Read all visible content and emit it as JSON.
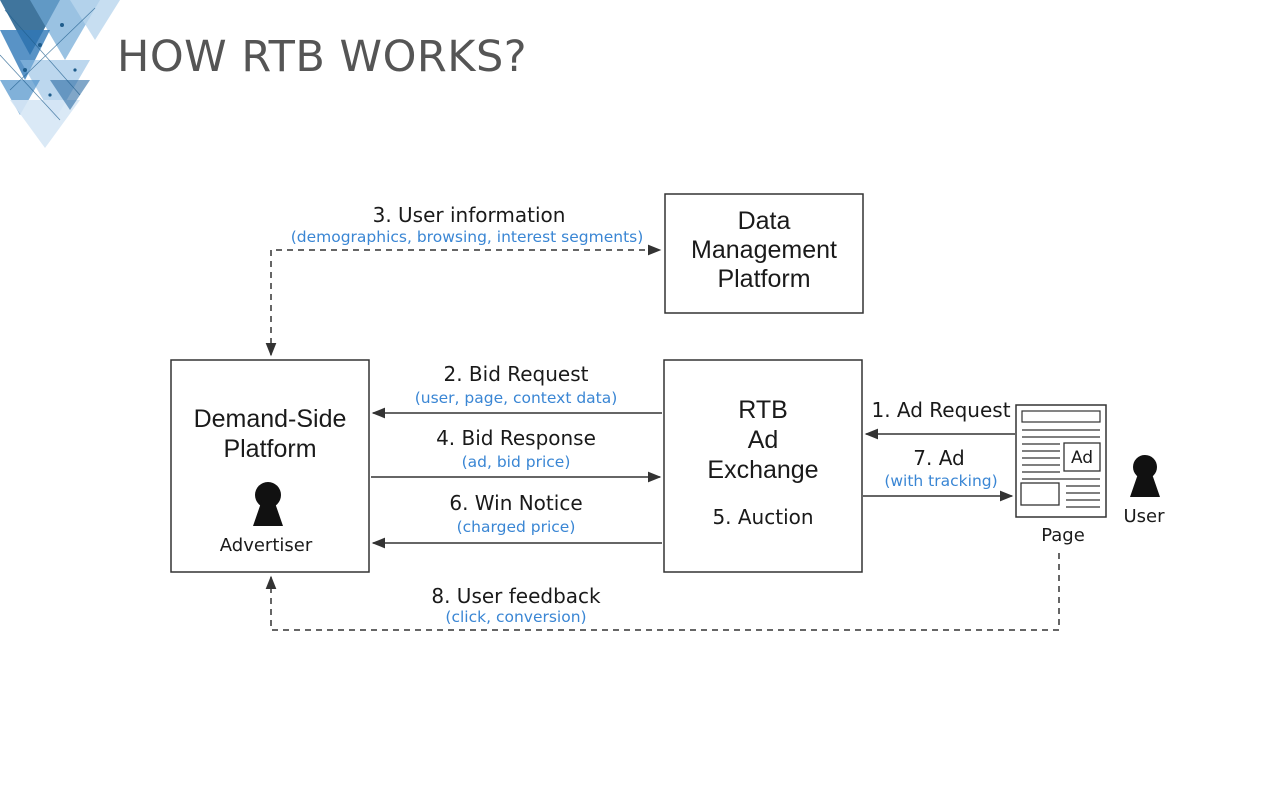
{
  "slide": {
    "title": "HOW RTB WORKS?"
  },
  "colors": {
    "accent_blue": "#3a86d4",
    "line": "#333333",
    "title_gray": "#555555"
  },
  "nodes": {
    "dmp": {
      "line1": "Data",
      "line2": "Management",
      "line3": "Platform"
    },
    "dsp": {
      "line1": "Demand-Side",
      "line2": "Platform",
      "advertiser": "Advertiser"
    },
    "exchange": {
      "line1": "RTB",
      "line2": "Ad",
      "line3": "Exchange",
      "auction": "5. Auction"
    },
    "page": {
      "label": "Page",
      "ad": "Ad"
    },
    "user": {
      "label": "User"
    }
  },
  "edges": {
    "user_info": {
      "label": "3. User information",
      "sub": "(demographics, browsing, interest segments)"
    },
    "bid_request": {
      "label": "2. Bid Request",
      "sub": "(user, page, context data)"
    },
    "bid_response": {
      "label": "4. Bid Response",
      "sub": "(ad, bid price)"
    },
    "win_notice": {
      "label": "6. Win Notice",
      "sub": "(charged price)"
    },
    "ad_request": {
      "label": "1. Ad Request"
    },
    "ad": {
      "label": "7. Ad",
      "sub": "(with tracking)"
    },
    "feedback": {
      "label": "8. User feedback",
      "sub": "(click, conversion)"
    }
  }
}
